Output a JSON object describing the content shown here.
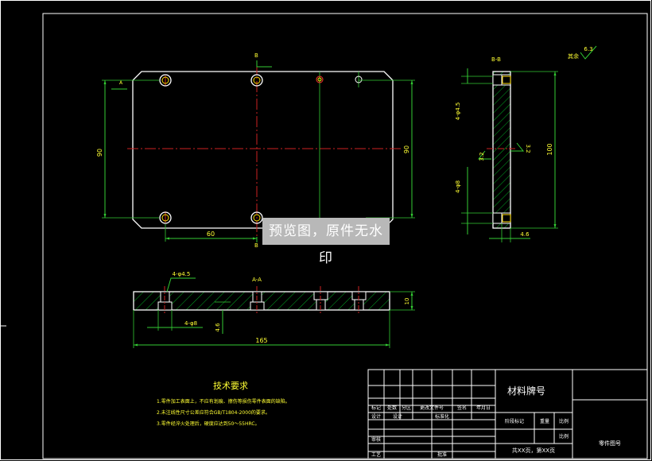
{
  "colors": {
    "background": "#000000",
    "border": "#ffffff",
    "part_outline": "#ffffff",
    "dimension": "#33cc33",
    "centerline": "#cc2222",
    "hatch": "#00aa22",
    "hole": "#ffdd00",
    "text_yellow": "#ffff33",
    "text_white": "#ffffff"
  },
  "plan_view": {
    "section_mark": "B",
    "section_mark_bottom": "B",
    "section_arrow_a": "A",
    "dim_width_left": "90",
    "dim_width_right": "90",
    "dim_hole_spacing": "60"
  },
  "side_view": {
    "title": "B-B",
    "dim_holes_top": "4-φ4.5",
    "dim_holes_bottom": "4-φ8",
    "dim_height": "100",
    "dim_thickness": "4.6",
    "roughness_left": "3.2",
    "roughness_right": "3.2"
  },
  "front_view": {
    "title": "A-A",
    "dim_holes_top": "4-φ4.5",
    "dim_holes_bottom": "4-φ8",
    "dim_depth": "4.6",
    "dim_length": "165",
    "dim_thickness": "10"
  },
  "roughness_note": {
    "label": "其余",
    "value": "6.3"
  },
  "tech_req": {
    "title": "技术要求",
    "items": [
      "1.零件加工表面上，不应有划痕、擦伤等损伤零件表面的缺陷。",
      "2.未注线性尺寸公差应符合GB/T1804-2000的要求。",
      "3.零件经淬火处理后，硬度应达到50～55HRC。"
    ]
  },
  "title_block": {
    "material": "材料牌号",
    "part_no": "零件图号",
    "sheet_info": "共XX页，第XX页",
    "labels": {
      "mark": "标记",
      "count": "处数",
      "zone": "分区",
      "change_doc": "更改文件号",
      "sign": "签名",
      "date": "年月日",
      "design": "设计",
      "design2": "设计",
      "standard": "标准化",
      "stage": "阶段标记",
      "weight": "重量",
      "scale": "比例",
      "scale2": "比例",
      "review": "审核",
      "process": "工艺",
      "approve": "批准"
    }
  },
  "watermark": "预览图，原件无水印"
}
